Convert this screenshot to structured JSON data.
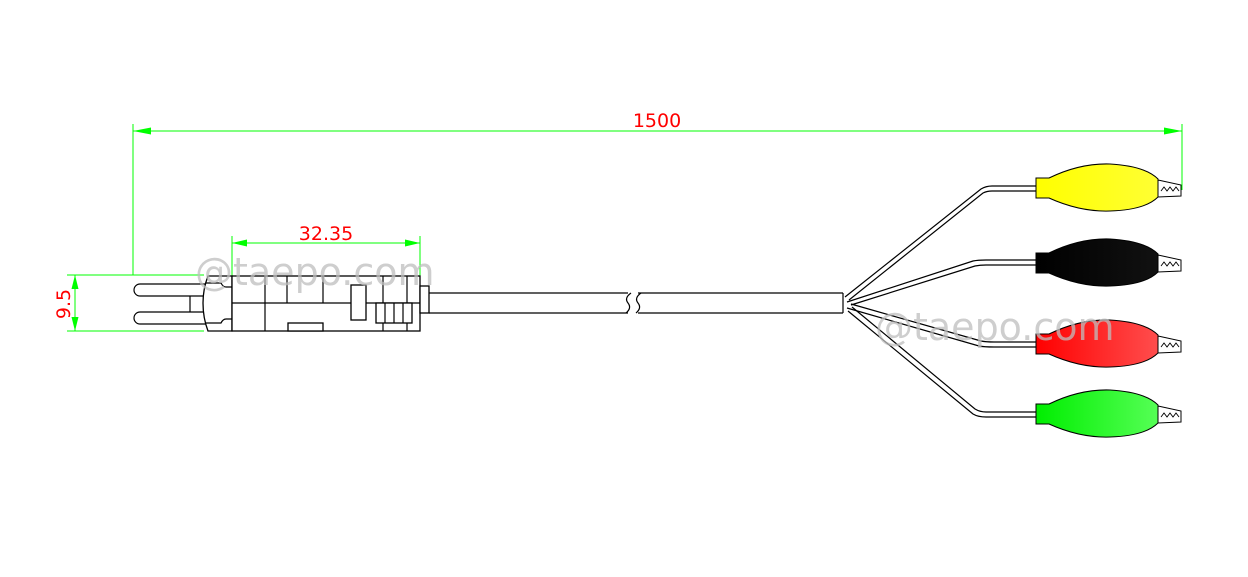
{
  "drawing": {
    "title": "Test cord with 4 crocodile clips",
    "watermark": "@taepo.com",
    "dimensions": {
      "total_length": "1500",
      "connector_length": "32.35",
      "connector_height": "9.5"
    },
    "colors": {
      "dimension_line": "#00ff00",
      "dimension_text": "#ff0000",
      "outline": "#000000"
    },
    "clips": [
      {
        "name": "yellow",
        "color": "#ffff00",
        "highlight": "#ffff33"
      },
      {
        "name": "black",
        "color": "#000000",
        "highlight": "#111111"
      },
      {
        "name": "red",
        "color": "#ff0000",
        "highlight": "#ff4d4d"
      },
      {
        "name": "green",
        "color": "#00ee00",
        "highlight": "#55ff55"
      }
    ]
  }
}
